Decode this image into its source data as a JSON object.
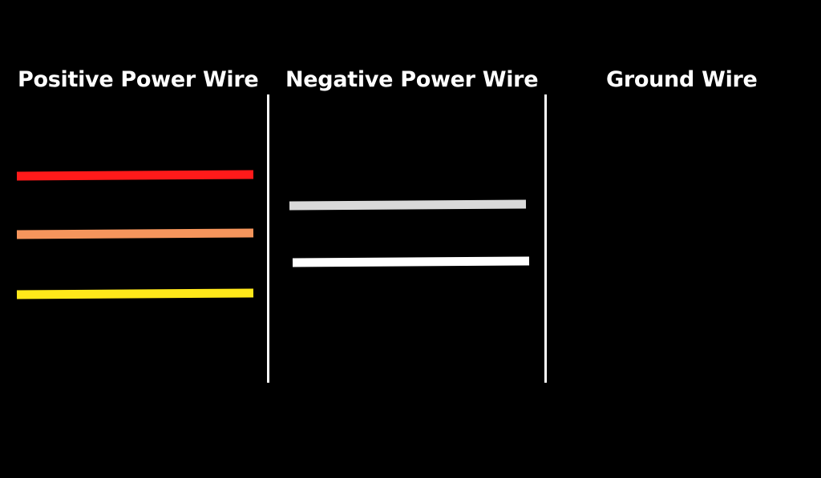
{
  "headings": {
    "positive": "Positive Power Wire",
    "negative": "Negative Power Wire",
    "ground": "Ground Wire"
  },
  "colors": {
    "background": "#000000",
    "text": "#ffffff",
    "divider": "#ffffff"
  },
  "wires": {
    "positive": [
      {
        "color": "#ff1a1a"
      },
      {
        "color": "#f5955c"
      },
      {
        "color": "#ffe81a"
      }
    ],
    "negative": [
      {
        "color": "#d9d9d9"
      },
      {
        "color": "#ffffff"
      }
    ],
    "ground": []
  }
}
